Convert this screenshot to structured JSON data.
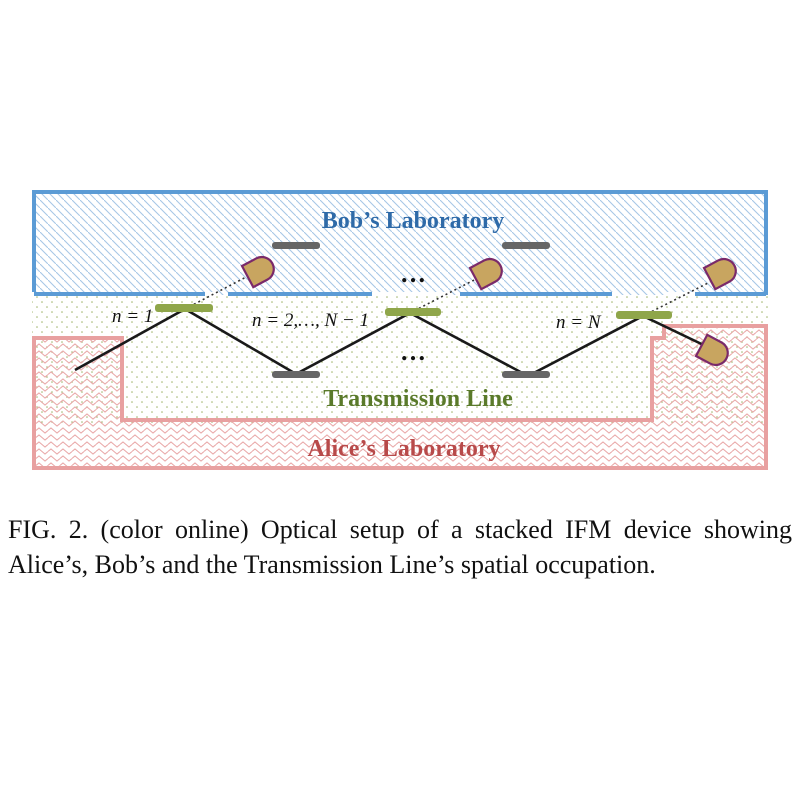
{
  "figure": {
    "labels": {
      "bob_lab": "Bob’s Laboratory",
      "alice_lab": "Alice’s Laboratory",
      "transmission_line": "Transmission Line"
    },
    "stage_labels": [
      "n = 1",
      "n = 2,…, N − 1",
      "n = N"
    ],
    "ellipsis": "…",
    "colors": {
      "bob_border": "#5b9bd5",
      "bob_hatch": "#9dc3e6",
      "alice_border": "#e8a0a0",
      "alice_hatch": "#e8a6a6",
      "bob_text": "#2e6aa8",
      "alice_text": "#b84a4a",
      "transmission_text": "#5a7a2a",
      "beam_splitter": "#8fa64a",
      "mirror": "#666666",
      "detector_fill": "#c0a060",
      "detector_outline": "#7a2a6a"
    }
  },
  "caption": "FIG. 2. (color online) Optical setup of a stacked IFM device showing Alice’s, Bob’s and the Transmission Line’s spatial occupation."
}
